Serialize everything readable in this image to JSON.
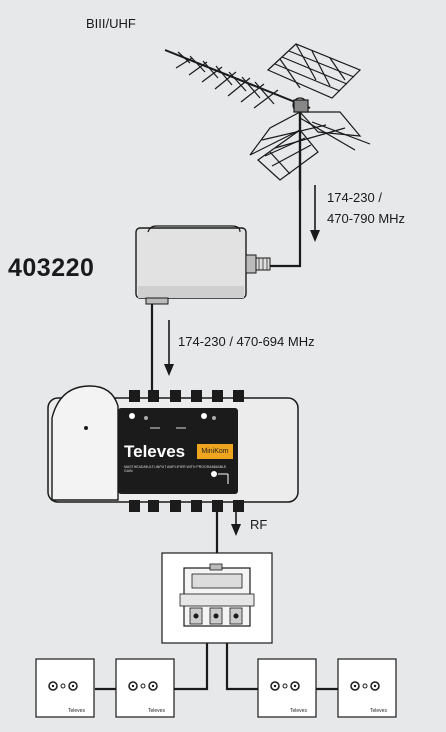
{
  "labels": {
    "antenna_band": "BIII/UHF",
    "input_band_line1": "174-230 /",
    "input_band_line2": "470-790 MHz",
    "model_number": "403220",
    "filtered_band": "174-230 / 470-694 MHz",
    "rf_output": "RF"
  },
  "amplifier": {
    "brand": "Televes",
    "series_badge": "MiniKom",
    "subtitle": "MASTHEAD/MULTI-INPUT AMPLIFIER WITH PROGRAMMABLE GAIN"
  },
  "outlet_brand": "Televes",
  "colors": {
    "background": "#e6e8ea",
    "line": "#1a1a1a",
    "amp_panel": "#1b1b1b",
    "badge": "#f0a51e"
  }
}
